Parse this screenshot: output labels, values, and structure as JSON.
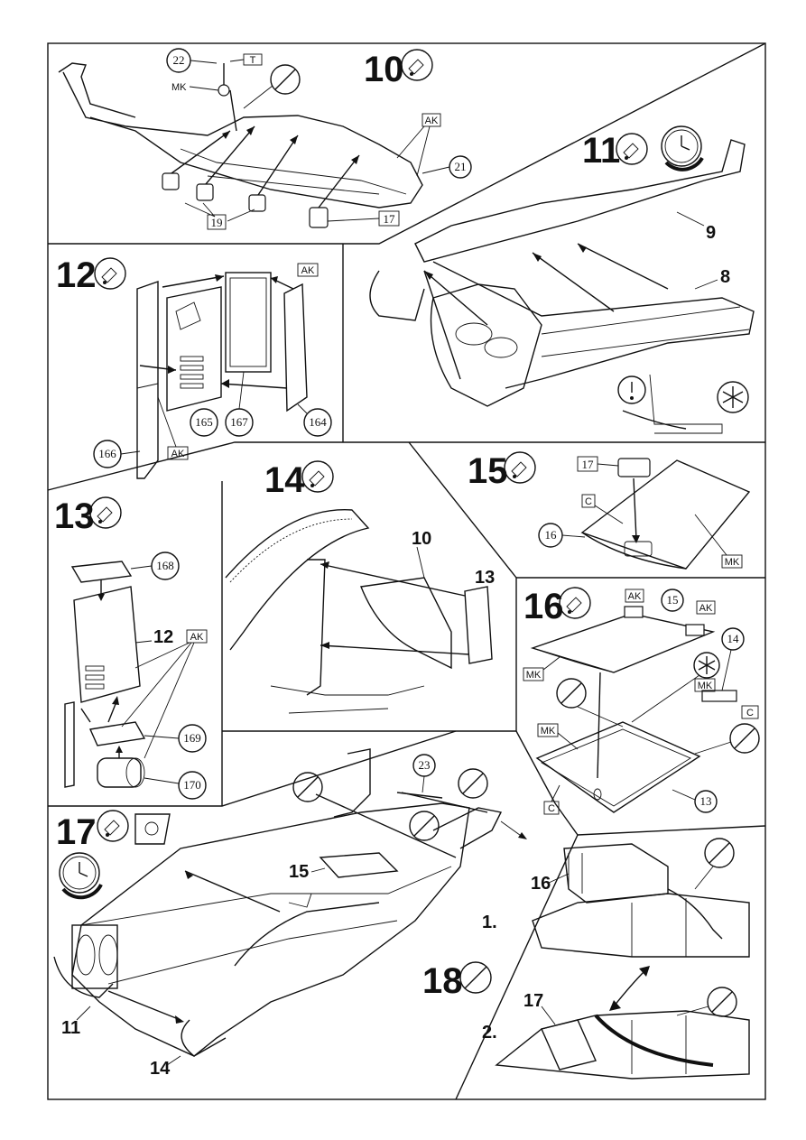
{
  "steps": [
    {
      "id": "10",
      "number": "10",
      "parts": [
        "22",
        "19",
        "17",
        "21"
      ],
      "codes": [
        "T",
        "MK",
        "AK"
      ]
    },
    {
      "id": "11",
      "number": "11",
      "parts": [
        "9",
        "8"
      ]
    },
    {
      "id": "12",
      "number": "12",
      "parts": [
        "166",
        "165",
        "167",
        "164"
      ],
      "codes": [
        "AK",
        "AK"
      ]
    },
    {
      "id": "13",
      "number": "13",
      "parts": [
        "168",
        "12",
        "169",
        "170"
      ],
      "codes": [
        "AK"
      ]
    },
    {
      "id": "14",
      "number": "14",
      "parts": [
        "10",
        "13"
      ]
    },
    {
      "id": "15",
      "number": "15",
      "parts": [
        "17",
        "16"
      ],
      "codes": [
        "C",
        "MK"
      ]
    },
    {
      "id": "16",
      "number": "16",
      "parts": [
        "15",
        "14",
        "13"
      ],
      "codes": [
        "AK",
        "AK",
        "MK",
        "MK",
        "C",
        "MK",
        "C"
      ]
    },
    {
      "id": "17",
      "number": "17",
      "parts": [
        "23",
        "15",
        "11",
        "14"
      ]
    },
    {
      "id": "18",
      "number": "18",
      "parts": [
        "16",
        "17"
      ],
      "substeps": [
        "1.",
        "2."
      ]
    }
  ],
  "labels": {
    "p22": "22",
    "p19": "19",
    "p17a": "17",
    "p21": "21",
    "c_t": "T",
    "c_mk1": "MK",
    "c_ak1": "AK",
    "p9": "9",
    "p8": "8",
    "p166": "166",
    "p165": "165",
    "p167": "167",
    "p164": "164",
    "c_ak2": "AK",
    "c_ak3": "AK",
    "p168": "168",
    "p12": "12",
    "p169": "169",
    "p170": "170",
    "c_ak4": "AK",
    "p10": "10",
    "p13a": "13",
    "p17b": "17",
    "p16a": "16",
    "c_c1": "C",
    "c_mk2": "MK",
    "p15a": "15",
    "p14a": "14",
    "p13b": "13",
    "c_ak5": "AK",
    "c_ak6": "AK",
    "c_mk3": "MK",
    "c_mk4": "MK",
    "c_c2": "C",
    "c_mk5": "MK",
    "c_c3": "C",
    "p23": "23",
    "p15b": "15",
    "p11": "11",
    "p14b": "14",
    "p16b": "16",
    "p17c": "17",
    "s1": "1.",
    "s2": "2."
  },
  "icons": [
    "glue-icon",
    "clock-icon",
    "no-glue-icon",
    "asterisk-icon",
    "caution-icon",
    "paint-icon"
  ]
}
